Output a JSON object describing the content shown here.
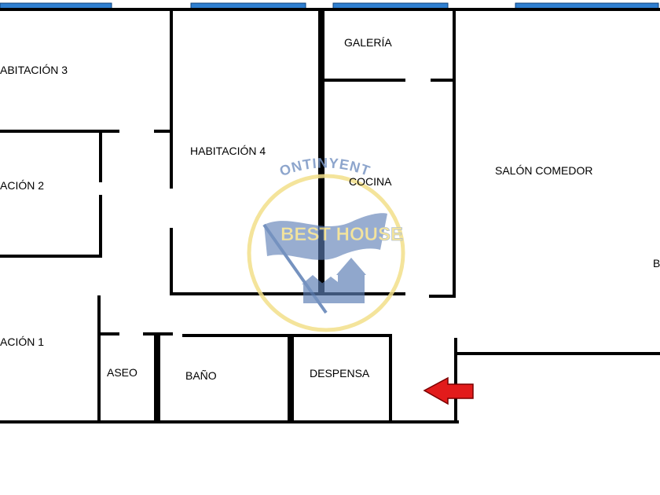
{
  "plan": {
    "rooms": [
      {
        "id": "habitacion-3",
        "label": "ABITACIÓN 3"
      },
      {
        "id": "habitacion-2",
        "label": "ACIÓN 2"
      },
      {
        "id": "habitacion-1",
        "label": "ACIÓN 1"
      },
      {
        "id": "habitacion-4",
        "label": "HABITACIÓN 4"
      },
      {
        "id": "galeria",
        "label": "GALERÍA"
      },
      {
        "id": "cocina",
        "label": "COCINA"
      },
      {
        "id": "salon-comedor",
        "label": "SALÓN COMEDOR"
      },
      {
        "id": "aseo",
        "label": "ASEO"
      },
      {
        "id": "bano",
        "label": "BAÑO"
      },
      {
        "id": "despensa",
        "label": "DESPENSA"
      },
      {
        "id": "edge-room",
        "label": "B"
      }
    ],
    "entrance_arrow_color": "#e21b1b",
    "window_color": "#2f7fd0"
  },
  "watermark": {
    "top_text": "ONTINYENT",
    "banner_text": "BEST HOUSE",
    "ring_color": "#f3e08a",
    "flag_color": "#5d7fb5"
  }
}
